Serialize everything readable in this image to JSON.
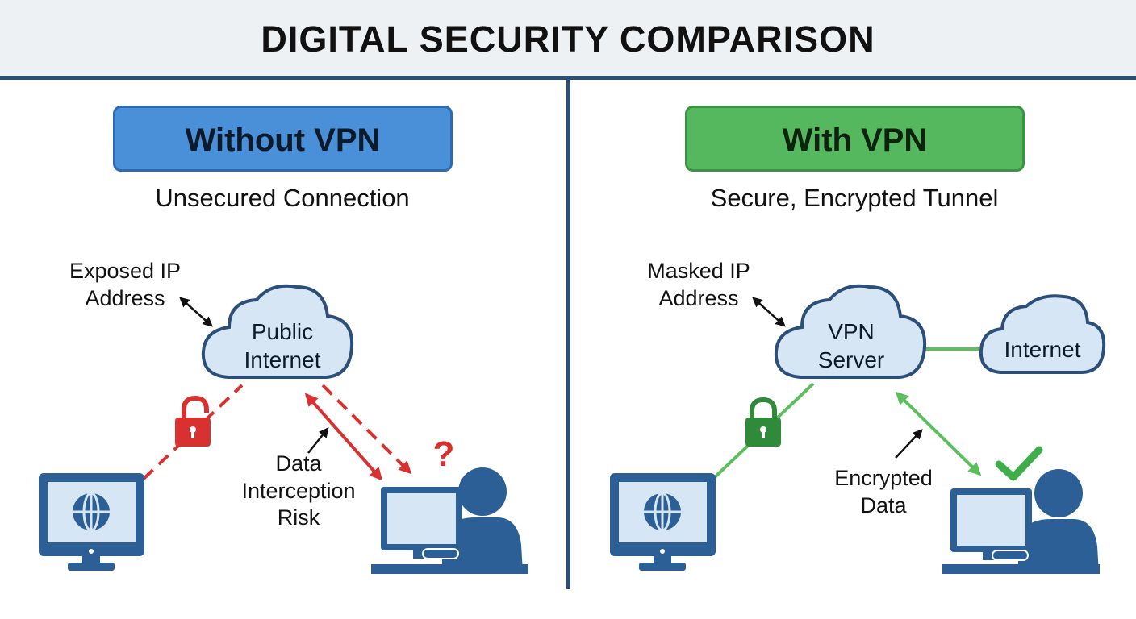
{
  "title": "DIGITAL SECURITY COMPARISON",
  "left_panel": {
    "badge": "Without VPN",
    "subtitle": "Unsecured Connection",
    "cloud_line1": "Public",
    "cloud_line2": "Internet",
    "ip_line1": "Exposed IP",
    "ip_line2": "Address",
    "risk_line1": "Data",
    "risk_line2": "Interception",
    "risk_line3": "Risk",
    "question_mark": "?",
    "badge_color": "#4a90d9",
    "link_color": "#d93030"
  },
  "right_panel": {
    "badge": "With VPN",
    "subtitle": "Secure, Encrypted Tunnel",
    "server_line1": "VPN",
    "server_line2": "Server",
    "internet_label": "Internet",
    "ip_line1": "Masked IP",
    "ip_line2": "Address",
    "data_line1": "Encrypted",
    "data_line2": "Data",
    "badge_color": "#56b85e",
    "link_color": "#5cbf5e"
  },
  "icons": {
    "left_monitor": "globe-monitor-icon",
    "left_user": "user-at-computer-icon",
    "left_lock": "unlocked-padlock-icon",
    "right_monitor": "globe-monitor-icon",
    "right_user": "user-at-computer-icon",
    "right_lock": "locked-padlock-icon",
    "check": "checkmark-icon"
  }
}
